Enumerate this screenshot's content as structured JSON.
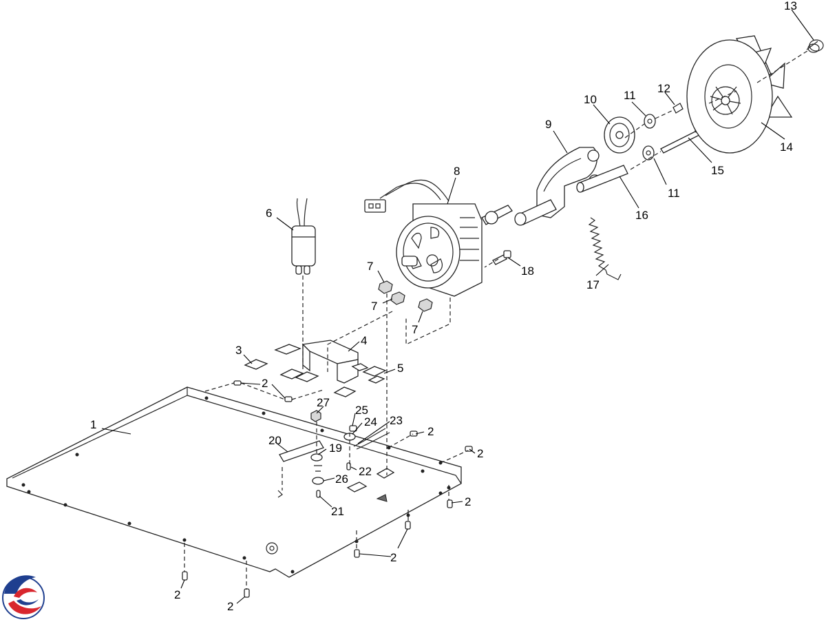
{
  "callouts": [
    {
      "id": "c1",
      "text": "1"
    },
    {
      "id": "c2a",
      "text": "2"
    },
    {
      "id": "c2b",
      "text": "2"
    },
    {
      "id": "c2c",
      "text": "2"
    },
    {
      "id": "c2d",
      "text": "2"
    },
    {
      "id": "c2e",
      "text": "2"
    },
    {
      "id": "c2f",
      "text": "2"
    },
    {
      "id": "c2g",
      "text": "2"
    },
    {
      "id": "c2h",
      "text": "2"
    },
    {
      "id": "c3",
      "text": "3"
    },
    {
      "id": "c4",
      "text": "4"
    },
    {
      "id": "c5",
      "text": "5"
    },
    {
      "id": "c6",
      "text": "6"
    },
    {
      "id": "c7a",
      "text": "7"
    },
    {
      "id": "c7b",
      "text": "7"
    },
    {
      "id": "c7c",
      "text": "7"
    },
    {
      "id": "c8",
      "text": "8"
    },
    {
      "id": "c9",
      "text": "9"
    },
    {
      "id": "c10",
      "text": "10"
    },
    {
      "id": "c11a",
      "text": "11"
    },
    {
      "id": "c11b",
      "text": "11"
    },
    {
      "id": "c12",
      "text": "12"
    },
    {
      "id": "c13",
      "text": "13"
    },
    {
      "id": "c14",
      "text": "14"
    },
    {
      "id": "c15",
      "text": "15"
    },
    {
      "id": "c16",
      "text": "16"
    },
    {
      "id": "c17",
      "text": "17"
    },
    {
      "id": "c18",
      "text": "18"
    },
    {
      "id": "c19",
      "text": "19"
    },
    {
      "id": "c20",
      "text": "20"
    },
    {
      "id": "c21",
      "text": "21"
    },
    {
      "id": "c22",
      "text": "22"
    },
    {
      "id": "c23",
      "text": "23"
    },
    {
      "id": "c24",
      "text": "24"
    },
    {
      "id": "c25",
      "text": "25"
    },
    {
      "id": "c26",
      "text": "26"
    },
    {
      "id": "c27",
      "text": "27"
    }
  ],
  "logo": {
    "colors": {
      "blue": "#1f3f8f",
      "red": "#d8262e"
    }
  }
}
